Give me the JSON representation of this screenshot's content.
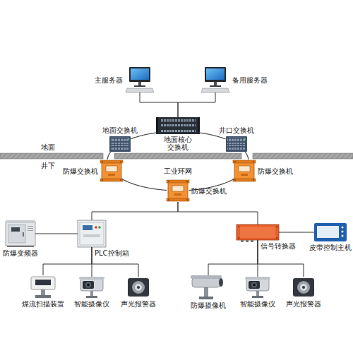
{
  "diagram": {
    "nodes": [
      {
        "text": [
          "主服务器"
        ]
      },
      {
        "text": [
          "备用服务器"
        ]
      },
      {
        "text": [
          "地面交换机"
        ]
      },
      {
        "text": [
          "地面核心 交换机"
        ]
      },
      {
        "text": [
          "井口交换机"
        ]
      },
      {
        "text": [
          "防爆交换机"
        ]
      },
      {
        "text": [
          "防爆交换机"
        ]
      },
      {
        "text": [
          "防爆交换机"
        ]
      },
      {
        "text": [
          "防爆变频器"
        ]
      },
      {
        "text": [
          "PLC控制箱"
        ]
      },
      {
        "text": [
          "信号转换器"
        ]
      },
      {
        "text": [
          "皮带控制主机"
        ]
      },
      {
        "text": [
          "煤流扫描装置"
        ]
      },
      {
        "text": [
          "智能摄像仪"
        ]
      },
      {
        "text": [
          "声光报警器"
        ]
      },
      {
        "text": [
          "防爆摄像机"
        ]
      },
      {
        "text": [
          "智能摄像仪"
        ]
      },
      {
        "text": [
          "声光报警器"
        ]
      }
    ],
    "edges": [
      {
        "from": 0,
        "to": 3,
        "arrow": "none"
      },
      {
        "from": 1,
        "to": 3,
        "arrow": "none"
      },
      {
        "from": 3,
        "to": 4,
        "arrow": "none"
      },
      {
        "from": 4,
        "to": 6,
        "arrow": "none"
      },
      {
        "from": 6,
        "to": 7,
        "arrow": "none"
      },
      {
        "from": 7,
        "to": 5,
        "arrow": "none"
      },
      {
        "from": 5,
        "to": 2,
        "arrow": "none"
      },
      {
        "from": 2,
        "to": 3,
        "arrow": "none"
      },
      {
        "from": 7,
        "to": 9,
        "arrow": "none"
      },
      {
        "from": 7,
        "to": 10,
        "arrow": "none"
      },
      {
        "from": 8,
        "to": 9,
        "arrow": "none"
      },
      {
        "from": 10,
        "to": 11,
        "arrow": "none"
      },
      {
        "from": 9,
        "to": 12,
        "arrow": "none"
      },
      {
        "from": 9,
        "to": 13,
        "arrow": "none"
      },
      {
        "from": 9,
        "to": 14,
        "arrow": "none"
      },
      {
        "from": 10,
        "to": 15,
        "arrow": "none"
      },
      {
        "from": 10,
        "to": 16,
        "arrow": "none"
      },
      {
        "from": 10,
        "to": 17,
        "arrow": "none"
      }
    ],
    "labels": [
      "地面",
      "井下",
      "工业环网"
    ]
  }
}
